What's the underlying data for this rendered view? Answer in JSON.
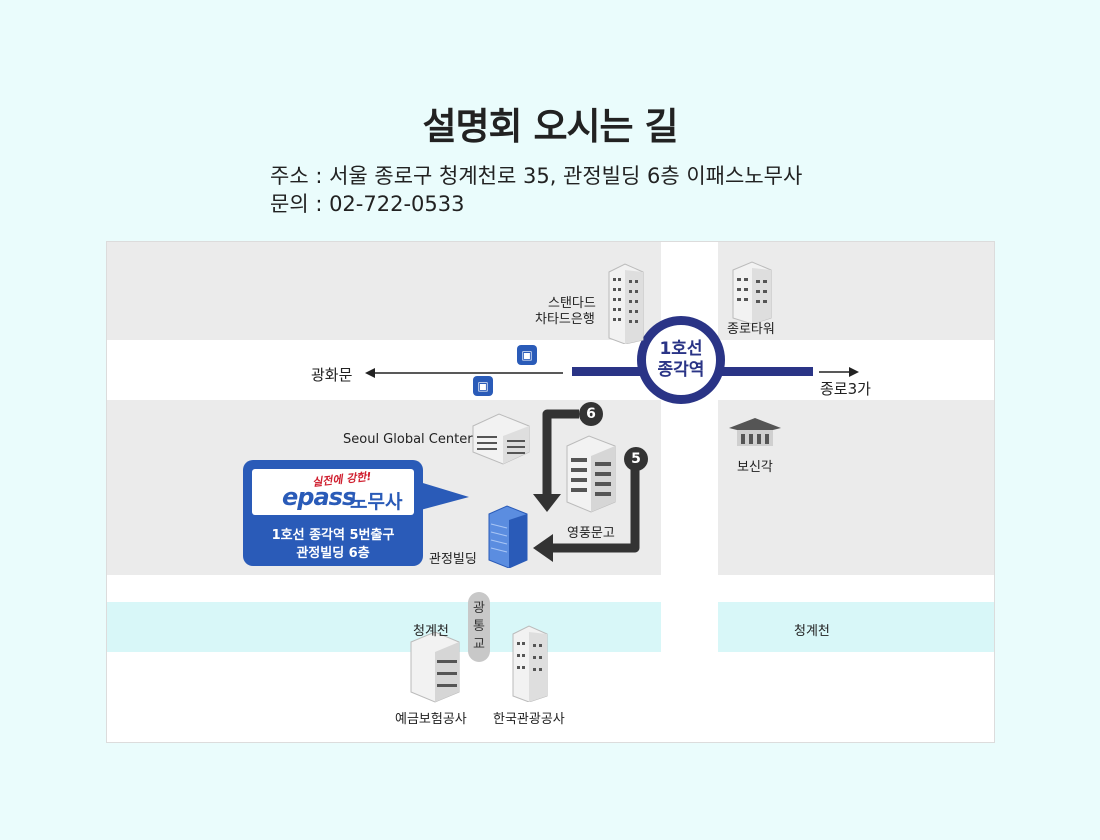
{
  "page": {
    "title": "설명회 오시는 길",
    "address": "주소 : 서울 종로구 청계천로 35, 관정빌딩 6층 이패스노무사",
    "phone": "문의 : 02-722-0533"
  },
  "map": {
    "station": {
      "line": "1호선",
      "name": "종각역"
    },
    "landmarks": {
      "standard_bank_1": "스탠다드",
      "standard_bank_2": "차타드은행",
      "jongro_tower": "종로타워",
      "gwanghwamun": "광화문",
      "jongro3ga": "종로3가",
      "seoul_global": "Seoul Global Center",
      "bosingak": "보신각",
      "youngpoong": "영풍문고",
      "gwanjeong": "관정빌딩",
      "cheonggye_left": "청계천",
      "cheonggye_right": "청계천",
      "deposit_insurance": "예금보험공사",
      "korea_tourism": "한국관광공사"
    },
    "bridge": {
      "c1": "광",
      "c2": "통",
      "c3": "교"
    },
    "exits": {
      "six": "6",
      "five": "5"
    },
    "callout": {
      "slogan": "실전에 강한!",
      "logo_epass": "epass",
      "logo_nomu": "노무사",
      "line1": "1호선 종각역 5번출구",
      "line2": "관정빌딩 6층"
    },
    "colors": {
      "subway_line": "#2a3486",
      "brand_blue": "#2a5bb8",
      "block_gray": "#ebebeb",
      "stream": "#d8f7f8",
      "route_arrow": "#333333"
    }
  }
}
